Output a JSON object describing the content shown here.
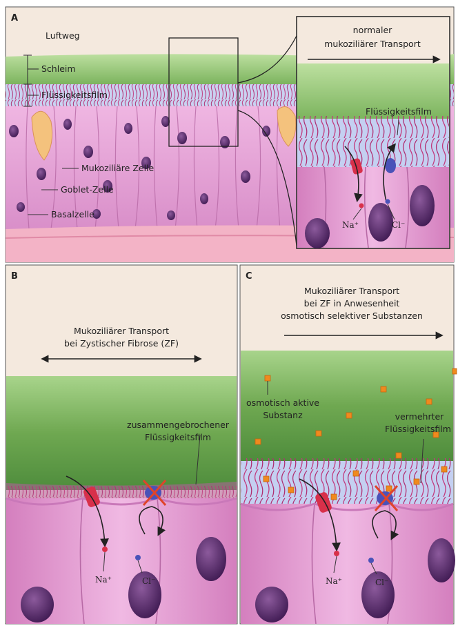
{
  "panels": {
    "a": {
      "letter": "A",
      "airway": "Luftweg",
      "mucus": "Schleim",
      "fluid_film": "Flüssigkeitsfilm",
      "mucociliary_cell": "Mukoziliäre Zelle",
      "goblet_cell": "Goblet-Zelle",
      "basal_cell": "Basalzelle",
      "inset": {
        "title_line1": "normaler",
        "title_line2": "mukoziliärer Transport",
        "fluid_film": "Flüssigkeitsfilm",
        "na": "Na⁺",
        "cl": "Cl⁻"
      }
    },
    "b": {
      "letter": "B",
      "title_line1": "Mukoziliärer Transport",
      "title_line2": "bei Zystischer Fibrose (ZF)",
      "collapsed_line1": "zusammengebrochener",
      "collapsed_line2": "Flüssigkeitsfilm",
      "na": "Na⁺",
      "cl": "Cl⁻"
    },
    "c": {
      "letter": "C",
      "title_line1": "Mukoziliärer Transport",
      "title_line2": "bei ZF in Anwesenheit",
      "title_line3": "osmotisch selektiver Substanzen",
      "osmotic_line1": "osmotisch aktive",
      "osmotic_line2": "Substanz",
      "increased_line1": "vermehrter",
      "increased_line2": "Flüssigkeitsfilm",
      "na": "Na⁺",
      "cl": "Cl⁻"
    }
  },
  "colors": {
    "mucus": "#6fa851",
    "mucus_light": "#a9d18e",
    "fluid": "#b9c8ee",
    "cilia": "#c23a7e",
    "cell": "#e3a6d6",
    "cell_dark": "#c978b9",
    "nucleus": "#5a2a6b",
    "basal": "#f3b3c6",
    "background": "#f6eadf",
    "na_channel": "#d8304a",
    "cl_channel": "#4a52b8",
    "osmotic": "#f08a1e",
    "blocked": "#e0442a"
  }
}
